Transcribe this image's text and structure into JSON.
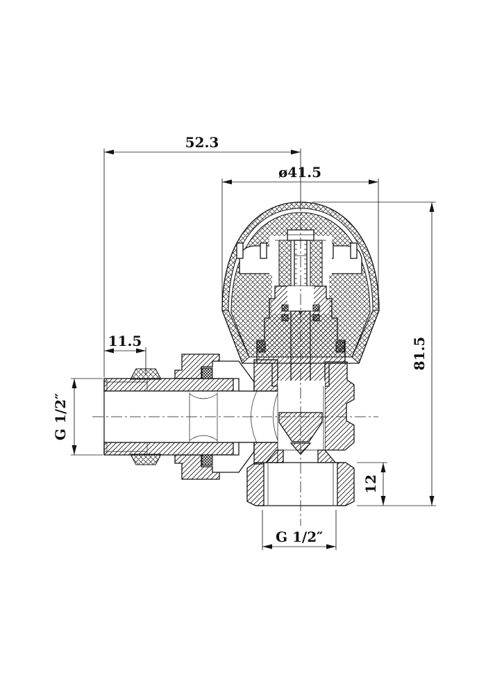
{
  "page": {
    "background": "#ffffff",
    "line_color": "#141414"
  },
  "dimensions": {
    "top_width": "52.3",
    "knob_diameter": "ø41.5",
    "thread_length": "11.5",
    "side_thread": "G 1/2″",
    "total_height": "81.5",
    "outlet_height": "12",
    "bottom_thread": "G 1/2″"
  }
}
